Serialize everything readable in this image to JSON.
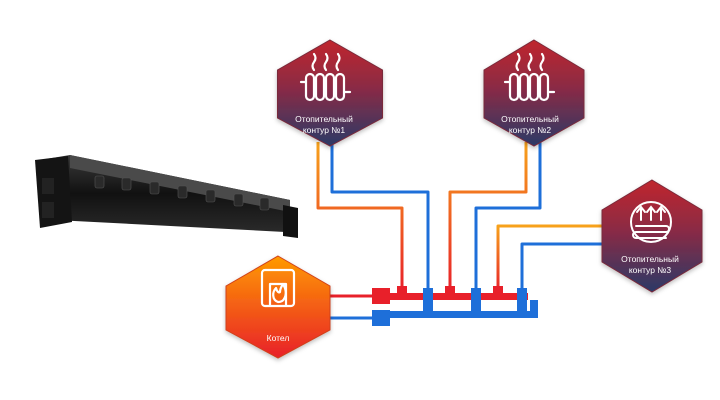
{
  "nodes": {
    "circuit_1": {
      "line1": "Отопительный",
      "line2": "контур №1",
      "icon": "radiator-icon"
    },
    "circuit_2": {
      "line1": "Отопительный",
      "line2": "контур №2",
      "icon": "radiator-icon"
    },
    "circuit_3": {
      "line1": "Отопительный",
      "line2": "контур №3",
      "icon": "underfloor-heating-icon"
    },
    "boiler": {
      "label": "Котел",
      "icon": "boiler-flame-icon"
    }
  },
  "colors": {
    "hex_top": "#c0272d",
    "hex_bottom": "#2b3a67",
    "boiler_top": "#ff9a00",
    "boiler_bottom": "#e8202a",
    "pipe_hot": "#e8202a",
    "pipe_warm": "#f7a21b",
    "pipe_cold": "#1e6fd9",
    "manifold_body": "#1a1a1a"
  }
}
